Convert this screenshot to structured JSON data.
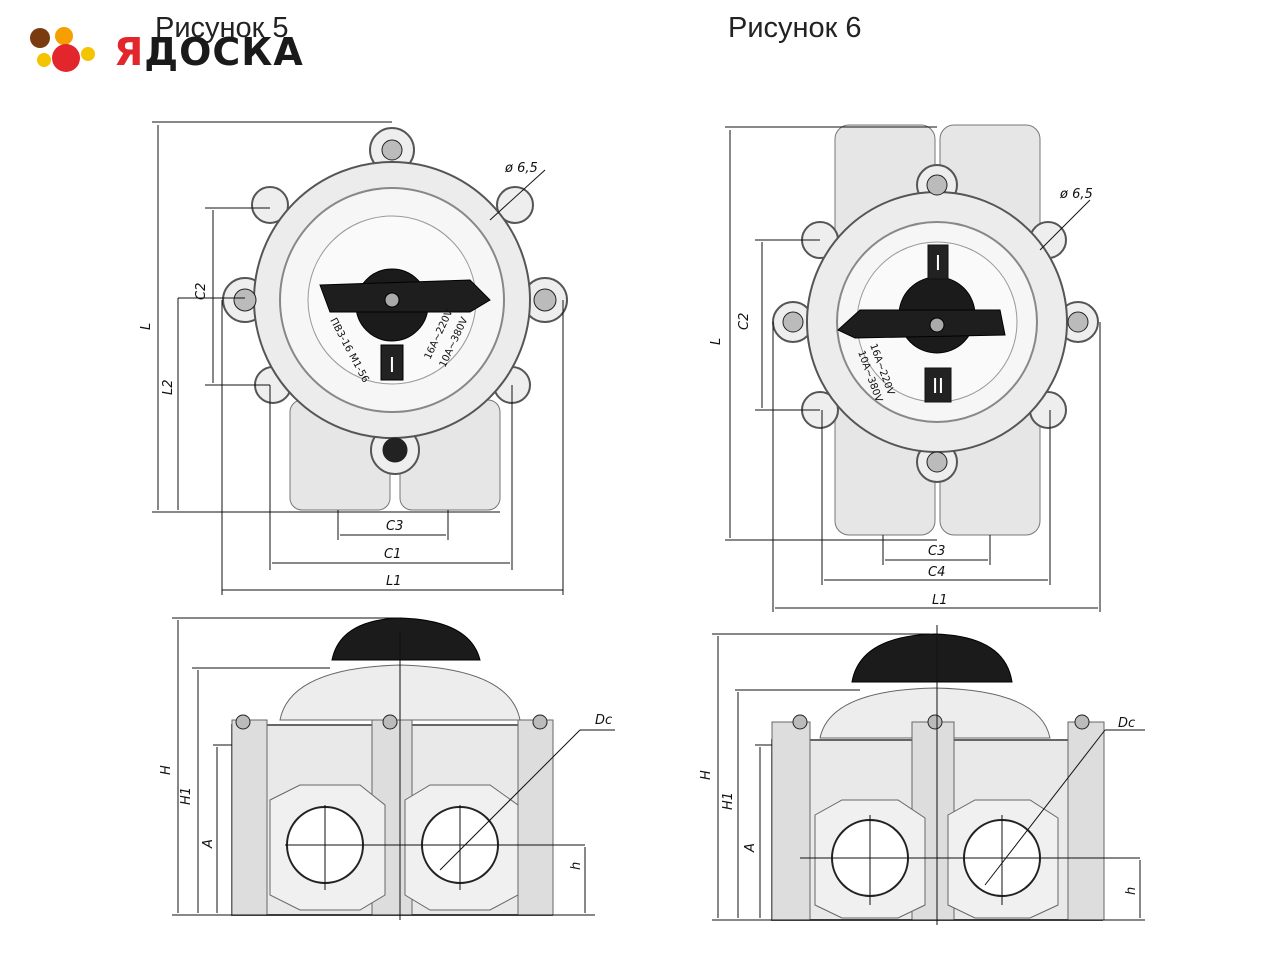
{
  "logo": {
    "text_red": "Я",
    "text_black": "ДОСКА"
  },
  "figures": [
    {
      "title": "Рисунок 5"
    },
    {
      "title": "Рисунок 6"
    }
  ],
  "labels": {
    "phi": "ø 6,5",
    "L": "L",
    "L2": "L2",
    "L1": "L1",
    "C2": "C2",
    "C3": "C3",
    "C1": "C1",
    "C4": "C4",
    "H": "H",
    "H1": "H1",
    "A": "A",
    "h": "h",
    "Dc": "Dc",
    "roman1": "I",
    "roman2": "II",
    "rating1": "16A~220V",
    "rating2": "10A~380V",
    "model": "ПВ3-16 М1-56"
  },
  "colors": {
    "logo_dots": [
      "#7a3b10",
      "#f5a000",
      "#e3262c",
      "#f5c400"
    ],
    "knob": "#1b1b1b",
    "body": "#e9e9e9"
  }
}
